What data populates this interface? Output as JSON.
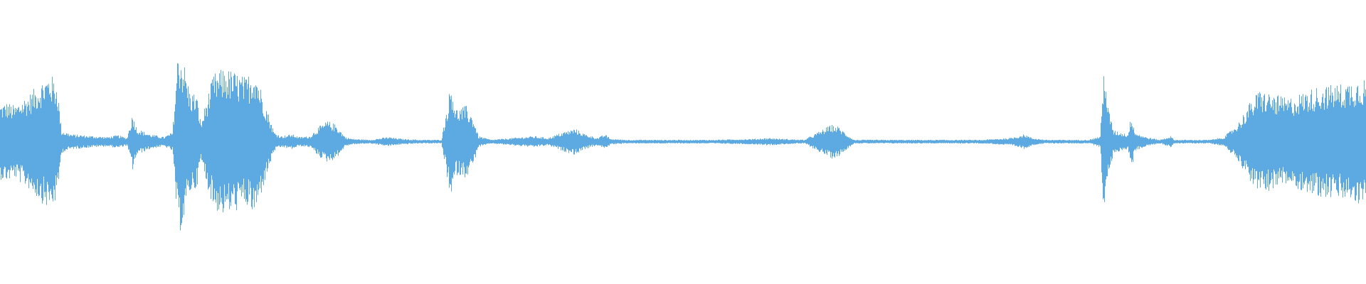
{
  "waveform": {
    "color": "#5DA9E1",
    "background": "#ffffff",
    "envelope": [
      [
        0,
        0.4
      ],
      [
        10,
        0.42
      ],
      [
        20,
        0.38
      ],
      [
        30,
        0.45
      ],
      [
        40,
        0.5
      ],
      [
        50,
        0.58
      ],
      [
        60,
        0.66
      ],
      [
        70,
        0.72
      ],
      [
        80,
        0.62
      ],
      [
        86,
        0.12
      ],
      [
        100,
        0.08
      ],
      [
        130,
        0.06
      ],
      [
        150,
        0.05
      ],
      [
        165,
        0.07
      ],
      [
        178,
        0.04
      ],
      [
        186,
        0.3
      ],
      [
        192,
        0.14
      ],
      [
        210,
        0.08
      ],
      [
        230,
        0.05
      ],
      [
        242,
        0.1
      ],
      [
        250,
        1.0
      ],
      [
        258,
        0.85
      ],
      [
        266,
        0.55
      ],
      [
        276,
        0.5
      ],
      [
        282,
        0.2
      ],
      [
        290,
        0.45
      ],
      [
        300,
        0.72
      ],
      [
        315,
        0.78
      ],
      [
        330,
        0.74
      ],
      [
        345,
        0.68
      ],
      [
        358,
        0.8
      ],
      [
        365,
        0.6
      ],
      [
        375,
        0.35
      ],
      [
        385,
        0.1
      ],
      [
        395,
        0.06
      ],
      [
        410,
        0.08
      ],
      [
        420,
        0.05
      ],
      [
        435,
        0.06
      ],
      [
        448,
        0.16
      ],
      [
        460,
        0.22
      ],
      [
        472,
        0.18
      ],
      [
        485,
        0.05
      ],
      [
        495,
        0.03
      ],
      [
        520,
        0.02
      ],
      [
        545,
        0.05
      ],
      [
        565,
        0.03
      ],
      [
        590,
        0.02
      ],
      [
        620,
        0.02
      ],
      [
        634,
        0.65
      ],
      [
        640,
        0.35
      ],
      [
        655,
        0.38
      ],
      [
        665,
        0.25
      ],
      [
        672,
        0.06
      ],
      [
        690,
        0.02
      ],
      [
        720,
        0.04
      ],
      [
        750,
        0.06
      ],
      [
        770,
        0.04
      ],
      [
        790,
        0.1
      ],
      [
        808,
        0.14
      ],
      [
        822,
        0.08
      ],
      [
        840,
        0.04
      ],
      [
        850,
        0.08
      ],
      [
        858,
        0.03
      ],
      [
        880,
        0.02
      ],
      [
        950,
        0.02
      ],
      [
        1000,
        0.02
      ],
      [
        1060,
        0.03
      ],
      [
        1080,
        0.04
      ],
      [
        1100,
        0.03
      ],
      [
        1130,
        0.02
      ],
      [
        1168,
        0.18
      ],
      [
        1178,
        0.16
      ],
      [
        1190,
        0.08
      ],
      [
        1200,
        0.02
      ],
      [
        1260,
        0.02
      ],
      [
        1320,
        0.02
      ],
      [
        1380,
        0.02
      ],
      [
        1420,
        0.04
      ],
      [
        1440,
        0.08
      ],
      [
        1450,
        0.04
      ],
      [
        1470,
        0.02
      ],
      [
        1530,
        0.02
      ],
      [
        1546,
        0.06
      ],
      [
        1552,
        0.9
      ],
      [
        1556,
        0.4
      ],
      [
        1565,
        0.12
      ],
      [
        1585,
        0.08
      ],
      [
        1590,
        0.3
      ],
      [
        1595,
        0.1
      ],
      [
        1610,
        0.05
      ],
      [
        1630,
        0.02
      ],
      [
        1645,
        0.06
      ],
      [
        1650,
        0.02
      ],
      [
        1700,
        0.02
      ],
      [
        1720,
        0.05
      ],
      [
        1740,
        0.2
      ],
      [
        1755,
        0.4
      ],
      [
        1770,
        0.55
      ],
      [
        1790,
        0.5
      ],
      [
        1810,
        0.46
      ],
      [
        1830,
        0.52
      ],
      [
        1850,
        0.58
      ],
      [
        1870,
        0.6
      ],
      [
        1890,
        0.62
      ],
      [
        1905,
        0.66
      ],
      [
        1920,
        0.68
      ]
    ]
  }
}
